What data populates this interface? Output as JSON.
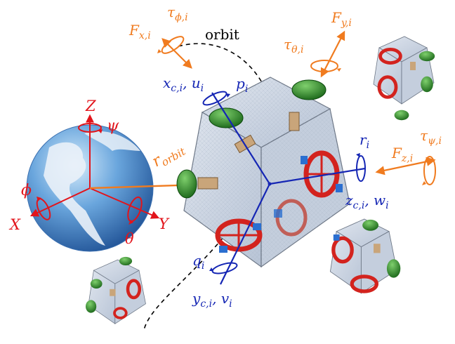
{
  "colors": {
    "earth_axes": "#e2141b",
    "body_axes": "#1526b4",
    "forces": "#f07b1f",
    "orbit_line": "#000000",
    "cube_face": "#c9d3e2",
    "thruster_green": "#1f8a1f",
    "wheel_red": "#d3231e",
    "wheel_blue": "#2b6fd0"
  },
  "earth_labels": {
    "Z": "Z",
    "X": "X",
    "Y": "Y",
    "psi": "ψ",
    "phi": "ϕ",
    "theta": "θ"
  },
  "orbit_label": "orbit",
  "r_orbit": {
    "symbol": "r",
    "subscript": "orbit"
  },
  "body_axes": {
    "x": {
      "symbol": "x",
      "subscript": "c,i",
      "sep": ", ",
      "vel": "u",
      "vel_sub": "i"
    },
    "y": {
      "symbol": "y",
      "subscript": "c,i",
      "sep": ", ",
      "vel": "v",
      "vel_sub": "i"
    },
    "z": {
      "symbol": "z",
      "subscript": "c,i",
      "sep": ", ",
      "vel": "w",
      "vel_sub": "i"
    },
    "p": {
      "symbol": "p",
      "subscript": "i"
    },
    "q": {
      "symbol": "q",
      "subscript": "i"
    },
    "r": {
      "symbol": "r",
      "subscript": "i"
    }
  },
  "forces": {
    "Fx": {
      "symbol": "F",
      "subscript": "x,i"
    },
    "Fy": {
      "symbol": "F",
      "subscript": "y,i"
    },
    "Fz": {
      "symbol": "F",
      "subscript": "z,i"
    },
    "tau_phi": {
      "symbol": "τ",
      "subscript": "ϕ,i"
    },
    "tau_theta": {
      "symbol": "τ",
      "subscript": "θ,i"
    },
    "tau_psi": {
      "symbol": "τ",
      "subscript": "ψ,i"
    }
  }
}
